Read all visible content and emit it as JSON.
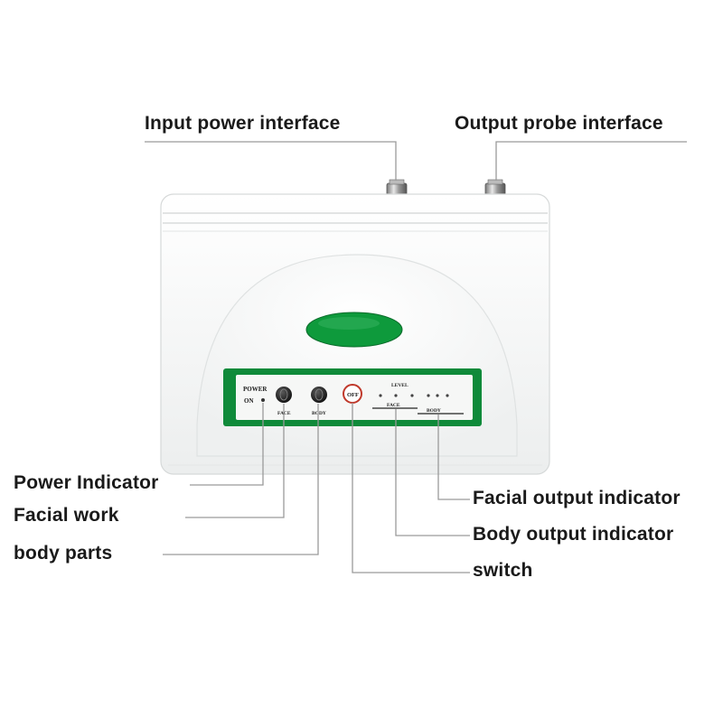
{
  "callouts": {
    "input_power": "Input power interface",
    "output_probe": "Output probe interface",
    "power_indicator": "Power Indicator",
    "facial_work": "Facial work",
    "body_parts": "body parts",
    "facial_output": "Facial output indicator",
    "body_output": "Body output indicator",
    "switch": "switch"
  },
  "panel": {
    "power": "POWER",
    "on": "ON",
    "face_button": "FACE",
    "body_button": "BODY",
    "off_button": "OFF",
    "levels": "LEVEL",
    "face_meter": "FACE",
    "body_meter": "BODY"
  },
  "colors": {
    "panel_green": "#0f8a3a",
    "window_green": "#0e9a3c",
    "leader_line": "#9a9a9a",
    "device_body": "#f4f5f5"
  }
}
